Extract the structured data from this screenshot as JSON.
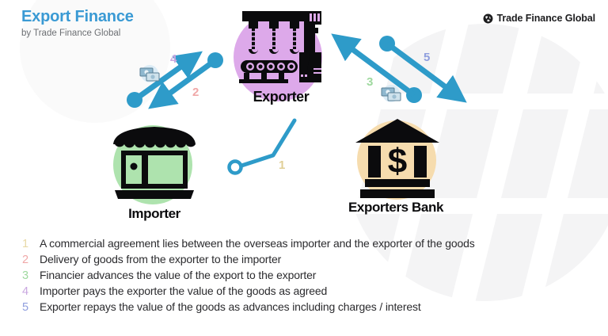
{
  "header": {
    "title": "Export Finance",
    "subtitle": "by Trade Finance Global",
    "brand": "Trade Finance Global",
    "brand_icon": "globe-icon",
    "title_color": "#3a9ad4",
    "subtitle_color": "#6c6f73"
  },
  "nodes": [
    {
      "id": "exporter",
      "label": "Exporter",
      "icon": "factory-icon",
      "disc_color": "#dda9ea"
    },
    {
      "id": "importer",
      "label": "Importer",
      "icon": "storefront-icon",
      "disc_color": "#aee3ae"
    },
    {
      "id": "exporters-bank",
      "label": "Exporters Bank",
      "icon": "bank-icon",
      "disc_color": "#f6dcae"
    }
  ],
  "flows": [
    {
      "number": "1",
      "color": "#e8d9a6",
      "from": "importer",
      "to": "exporter",
      "style": "bent-line",
      "icon": "none"
    },
    {
      "number": "2",
      "color": "#f0a8a8",
      "from": "exporter",
      "to": "importer",
      "style": "arrow",
      "icon": "none"
    },
    {
      "number": "3",
      "color": "#9fd99f",
      "from": "exporters-bank",
      "to": "exporter",
      "style": "arrow",
      "icon": "money-icon"
    },
    {
      "number": "4",
      "color": "#c9a7e0",
      "from": "importer",
      "to": "exporter",
      "style": "arrow",
      "icon": "money-icon"
    },
    {
      "number": "5",
      "color": "#8f9ede",
      "from": "exporter",
      "to": "exporters-bank",
      "style": "arrow",
      "icon": "none"
    }
  ],
  "arrow_color": "#2e9bc9",
  "legend": [
    {
      "num": "1",
      "color": "#e8d9a6",
      "text": "A commercial agreement lies between the overseas importer and the exporter of the goods"
    },
    {
      "num": "2",
      "color": "#f0a8a8",
      "text": "Delivery of goods from the exporter to the importer"
    },
    {
      "num": "3",
      "color": "#9fd99f",
      "text": "Financier advances the value of the export to the exporter"
    },
    {
      "num": "4",
      "color": "#c9a7e0",
      "text": "Importer pays the exporter the value of the goods as agreed"
    },
    {
      "num": "5",
      "color": "#8f9ede",
      "text": "Exporter repays the value of the goods as advances including charges / interest"
    }
  ]
}
